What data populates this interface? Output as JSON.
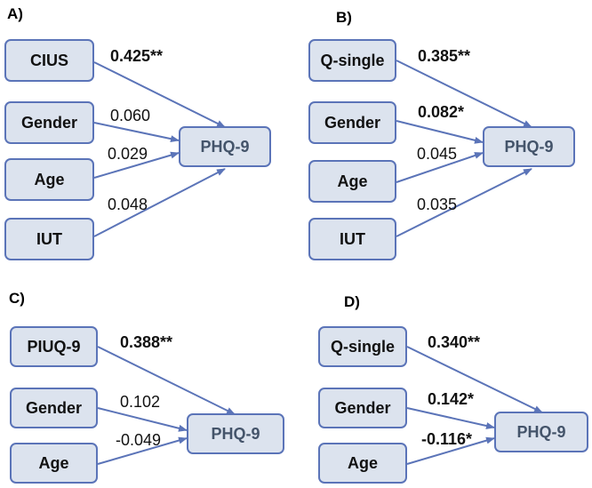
{
  "colors": {
    "node_fill": "#dce3ee",
    "node_border": "#5b74b8",
    "arrow": "#5b74b8",
    "outcome_text": "#44546a"
  },
  "panels": [
    {
      "label": "A)",
      "outcome": "PHQ-9",
      "predictors": [
        {
          "name": "CIUS",
          "coef": "0.425**",
          "bold": true
        },
        {
          "name": "Gender",
          "coef": "0.060",
          "bold": false
        },
        {
          "name": "Age",
          "coef": "0.029",
          "bold": false
        },
        {
          "name": "IUT",
          "coef": "0.048",
          "bold": false
        }
      ]
    },
    {
      "label": "B)",
      "outcome": "PHQ-9",
      "predictors": [
        {
          "name": "Q-single",
          "coef": "0.385**",
          "bold": true
        },
        {
          "name": "Gender",
          "coef": "0.082*",
          "bold": true
        },
        {
          "name": "Age",
          "coef": "0.045",
          "bold": false
        },
        {
          "name": "IUT",
          "coef": "0.035",
          "bold": false
        }
      ]
    },
    {
      "label": "C)",
      "outcome": "PHQ-9",
      "predictors": [
        {
          "name": "PIUQ-9",
          "coef": "0.388**",
          "bold": true
        },
        {
          "name": "Gender",
          "coef": "0.102",
          "bold": false
        },
        {
          "name": "Age",
          "coef": "-0.049",
          "bold": false
        }
      ]
    },
    {
      "label": "D)",
      "outcome": "PHQ-9",
      "predictors": [
        {
          "name": "Q-single",
          "coef": "0.340**",
          "bold": true
        },
        {
          "name": "Gender",
          "coef": "0.142*",
          "bold": true
        },
        {
          "name": "Age",
          "coef": "-0.116*",
          "bold": true
        }
      ]
    }
  ]
}
